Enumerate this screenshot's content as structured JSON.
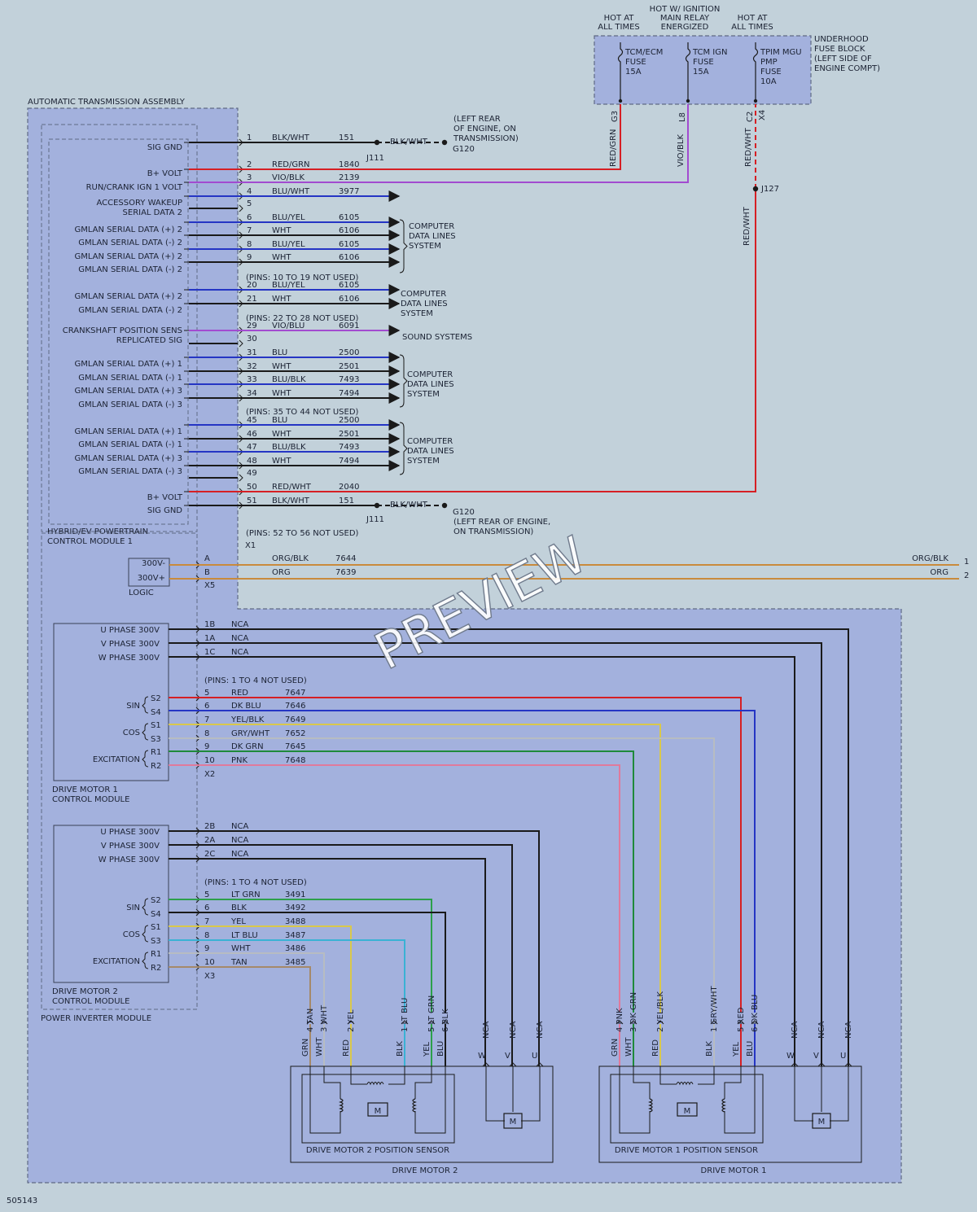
{
  "header": {
    "hot_left": [
      "HOT AT",
      "ALL TIMES"
    ],
    "hot_mid": [
      "HOT W/ IGNITION",
      "MAIN RELAY",
      "ENERGIZED"
    ],
    "hot_right": [
      "HOT AT",
      "ALL TIMES"
    ],
    "fuse_block_label": [
      "UNDERHOOD",
      "FUSE BLOCK",
      "(LEFT SIDE OF",
      "ENGINE COMPT)"
    ],
    "fuses": [
      {
        "lines": [
          "TCM/ECM",
          "FUSE",
          "15A"
        ],
        "pin": "G3",
        "color_label": "RED/GRN"
      },
      {
        "lines": [
          "TCM IGN",
          "FUSE",
          "15A"
        ],
        "pin": "L8",
        "color_label": "VIO/BLK"
      },
      {
        "lines": [
          "TPIM MGU",
          "PMP",
          "FUSE",
          "10A"
        ],
        "pin": "C2",
        "conn": "X4",
        "color_label": "RED/WHT"
      }
    ],
    "splice_j127": "J127",
    "red_wht_lower": "RED/WHT"
  },
  "assembly_label": "AUTOMATIC TRANSMISSION ASSEMBLY",
  "hpcm": {
    "labels": [
      "SIG GND",
      "B+ VOLT",
      "RUN/CRANK IGN 1 VOLT",
      "ACCESSORY WAKEUP",
      "SERIAL DATA 2",
      "GMLAN SERIAL DATA (+) 2",
      "GMLAN SERIAL DATA (-) 2",
      "GMLAN SERIAL DATA (+) 2",
      "GMLAN SERIAL DATA (-) 2",
      "GMLAN SERIAL DATA (+) 2",
      "GMLAN SERIAL DATA (-) 2",
      "CRANKSHAFT POSITION SENS",
      "REPLICATED SIG",
      "GMLAN SERIAL DATA (+) 1",
      "GMLAN SERIAL DATA (-) 1",
      "GMLAN SERIAL DATA (+) 3",
      "GMLAN SERIAL DATA (-) 3",
      "GMLAN SERIAL DATA (+) 1",
      "GMLAN SERIAL DATA (-) 1",
      "GMLAN SERIAL DATA (+) 3",
      "GMLAN SERIAL DATA (-) 3",
      "B+ VOLT",
      "SIG GND"
    ],
    "module_label": [
      "HYBRID/EV POWERTRAIN",
      "CONTROL MODULE 1"
    ],
    "connector": "X1"
  },
  "x1_wires": [
    {
      "pin": "1",
      "color": "BLK/WHT",
      "circuit": "151"
    },
    {
      "pin": "2",
      "color": "RED/GRN",
      "circuit": "1840"
    },
    {
      "pin": "3",
      "color": "VIO/BLK",
      "circuit": "2139"
    },
    {
      "pin": "4",
      "color": "BLU/WHT",
      "circuit": "3977"
    },
    {
      "pin": "5",
      "color": "",
      "circuit": ""
    },
    {
      "pin": "6",
      "color": "BLU/YEL",
      "circuit": "6105"
    },
    {
      "pin": "7",
      "color": "WHT",
      "circuit": "6106"
    },
    {
      "pin": "8",
      "color": "BLU/YEL",
      "circuit": "6105"
    },
    {
      "pin": "9",
      "color": "WHT",
      "circuit": "6106"
    },
    {
      "pin": "20",
      "color": "BLU/YEL",
      "circuit": "6105"
    },
    {
      "pin": "21",
      "color": "WHT",
      "circuit": "6106"
    },
    {
      "pin": "29",
      "color": "VIO/BLU",
      "circuit": "6091"
    },
    {
      "pin": "30",
      "color": "",
      "circuit": ""
    },
    {
      "pin": "31",
      "color": "BLU",
      "circuit": "2500"
    },
    {
      "pin": "32",
      "color": "WHT",
      "circuit": "2501"
    },
    {
      "pin": "33",
      "color": "BLU/BLK",
      "circuit": "7493"
    },
    {
      "pin": "34",
      "color": "WHT",
      "circuit": "7494"
    },
    {
      "pin": "45",
      "color": "BLU",
      "circuit": "2500"
    },
    {
      "pin": "46",
      "color": "WHT",
      "circuit": "2501"
    },
    {
      "pin": "47",
      "color": "BLU/BLK",
      "circuit": "7493"
    },
    {
      "pin": "48",
      "color": "WHT",
      "circuit": "7494"
    },
    {
      "pin": "49",
      "color": "",
      "circuit": ""
    },
    {
      "pin": "50",
      "color": "RED/WHT",
      "circuit": "2040"
    },
    {
      "pin": "51",
      "color": "BLK/WHT",
      "circuit": "151"
    }
  ],
  "x1_notes": [
    "(PINS: 10 TO 19 NOT USED)",
    "(PINS: 22 TO 28 NOT USED)",
    "(PINS: 35 TO 44 NOT USED)",
    "(PINS: 52 TO 56 NOT USED)"
  ],
  "ground_top": {
    "splice": "J111",
    "color": "BLK/WHT",
    "ground": "G120",
    "note": [
      "(LEFT REAR",
      "OF ENGINE, ON",
      "TRANSMISSION)"
    ]
  },
  "ground_bottom": {
    "splice": "J111",
    "color": "BLK/WHT",
    "ground": "G120",
    "note": [
      "(LEFT REAR OF ENGINE,",
      "ON TRANSMISSION)"
    ]
  },
  "destinations": {
    "cdl": [
      "COMPUTER",
      "DATA LINES",
      "SYSTEM"
    ],
    "sound": "SOUND SYSTEMS"
  },
  "logic": {
    "pins": [
      "300V-",
      "300V+"
    ],
    "label": "LOGIC",
    "connector": "X5",
    "wires": [
      {
        "pin": "A",
        "color": "ORG/BLK",
        "circuit": "7644",
        "right_label": "ORG/BLK",
        "ref": "1"
      },
      {
        "pin": "B",
        "color": "ORG",
        "circuit": "7639",
        "right_label": "ORG",
        "ref": "2"
      }
    ]
  },
  "dm1cm": {
    "labels": [
      "U PHASE 300V",
      "V PHASE 300V",
      "W PHASE 300V",
      "SIN",
      "COS",
      "EXCITATION"
    ],
    "coil_pins": [
      "S2",
      "S4",
      "S1",
      "S3",
      "R1",
      "R2"
    ],
    "module_label": [
      "DRIVE MOTOR 1",
      "CONTROL MODULE"
    ],
    "connector": "X2",
    "note": "(PINS: 1 TO 4 NOT USED)",
    "phase_wires": [
      {
        "pin": "1B",
        "color": "NCA"
      },
      {
        "pin": "1A",
        "color": "NCA"
      },
      {
        "pin": "1C",
        "color": "NCA"
      }
    ],
    "sig_wires": [
      {
        "pin": "5",
        "color": "RED",
        "circuit": "7647"
      },
      {
        "pin": "6",
        "color": "DK BLU",
        "circuit": "7646"
      },
      {
        "pin": "7",
        "color": "YEL/BLK",
        "circuit": "7649"
      },
      {
        "pin": "8",
        "color": "GRY/WHT",
        "circuit": "7652"
      },
      {
        "pin": "9",
        "color": "DK GRN",
        "circuit": "7645"
      },
      {
        "pin": "10",
        "color": "PNK",
        "circuit": "7648"
      }
    ]
  },
  "dm2cm": {
    "labels": [
      "U PHASE 300V",
      "V PHASE 300V",
      "W PHASE 300V",
      "SIN",
      "COS",
      "EXCITATION"
    ],
    "coil_pins": [
      "S2",
      "S4",
      "S1",
      "S3",
      "R1",
      "R2"
    ],
    "module_label": [
      "DRIVE MOTOR 2",
      "CONTROL MODULE"
    ],
    "connector": "X3",
    "note": "(PINS: 1 TO 4 NOT USED)",
    "phase_wires": [
      {
        "pin": "2B",
        "color": "NCA"
      },
      {
        "pin": "2A",
        "color": "NCA"
      },
      {
        "pin": "2C",
        "color": "NCA"
      }
    ],
    "sig_wires": [
      {
        "pin": "5",
        "color": "LT GRN",
        "circuit": "3491"
      },
      {
        "pin": "6",
        "color": "BLK",
        "circuit": "3492"
      },
      {
        "pin": "7",
        "color": "YEL",
        "circuit": "3488"
      },
      {
        "pin": "8",
        "color": "LT BLU",
        "circuit": "3487"
      },
      {
        "pin": "9",
        "color": "WHT",
        "circuit": "3486"
      },
      {
        "pin": "10",
        "color": "TAN",
        "circuit": "3485"
      }
    ]
  },
  "pim_label": "POWER INVERTER MODULE",
  "dm2": {
    "upper": [
      "4  TAN",
      "3  WHT",
      "2  YEL",
      "1  LT BLU",
      "5  LT GRN",
      "6  BLK"
    ],
    "lower": [
      "GRN",
      "WHT",
      "RED",
      "BLK",
      "YEL",
      "BLU"
    ],
    "phase_upper": [
      "NCA",
      "NCA",
      "NCA"
    ],
    "phase_lower": [
      "W",
      "V",
      "U"
    ],
    "sensor_label": "DRIVE MOTOR 2 POSITION SENSOR",
    "motor_label": "DRIVE MOTOR 2",
    "m": "M"
  },
  "dm1": {
    "upper": [
      "4  PNK",
      "3  DK GRN",
      "2  YEL/BLK",
      "1  GRY/WHT",
      "5  RED",
      "6  DK BLU"
    ],
    "lower": [
      "GRN",
      "WHT",
      "RED",
      "BLK",
      "YEL",
      "BLU"
    ],
    "phase_upper": [
      "NCA",
      "NCA",
      "NCA"
    ],
    "phase_lower": [
      "W",
      "V",
      "U"
    ],
    "sensor_label": "DRIVE MOTOR 1 POSITION SENSOR",
    "motor_label": "DRIVE MOTOR 1",
    "m": "M"
  },
  "watermark": "PREVIEW",
  "doc_number": "505143",
  "colors": {
    "bg": "#c2d1da",
    "assembly": "#a3b1dd",
    "red": "#d61f24",
    "violet": "#a24bd0",
    "blue": "#2535c4",
    "black": "#1a1a1a",
    "orange": "#c98a3c",
    "green": "#2ca04a",
    "yellow": "#d9c84b",
    "cyan": "#3ab2d4",
    "pink": "#e07a9c",
    "tan": "#a5896a",
    "gray": "#b7bcc2",
    "dkgreen": "#1f8a3b"
  }
}
